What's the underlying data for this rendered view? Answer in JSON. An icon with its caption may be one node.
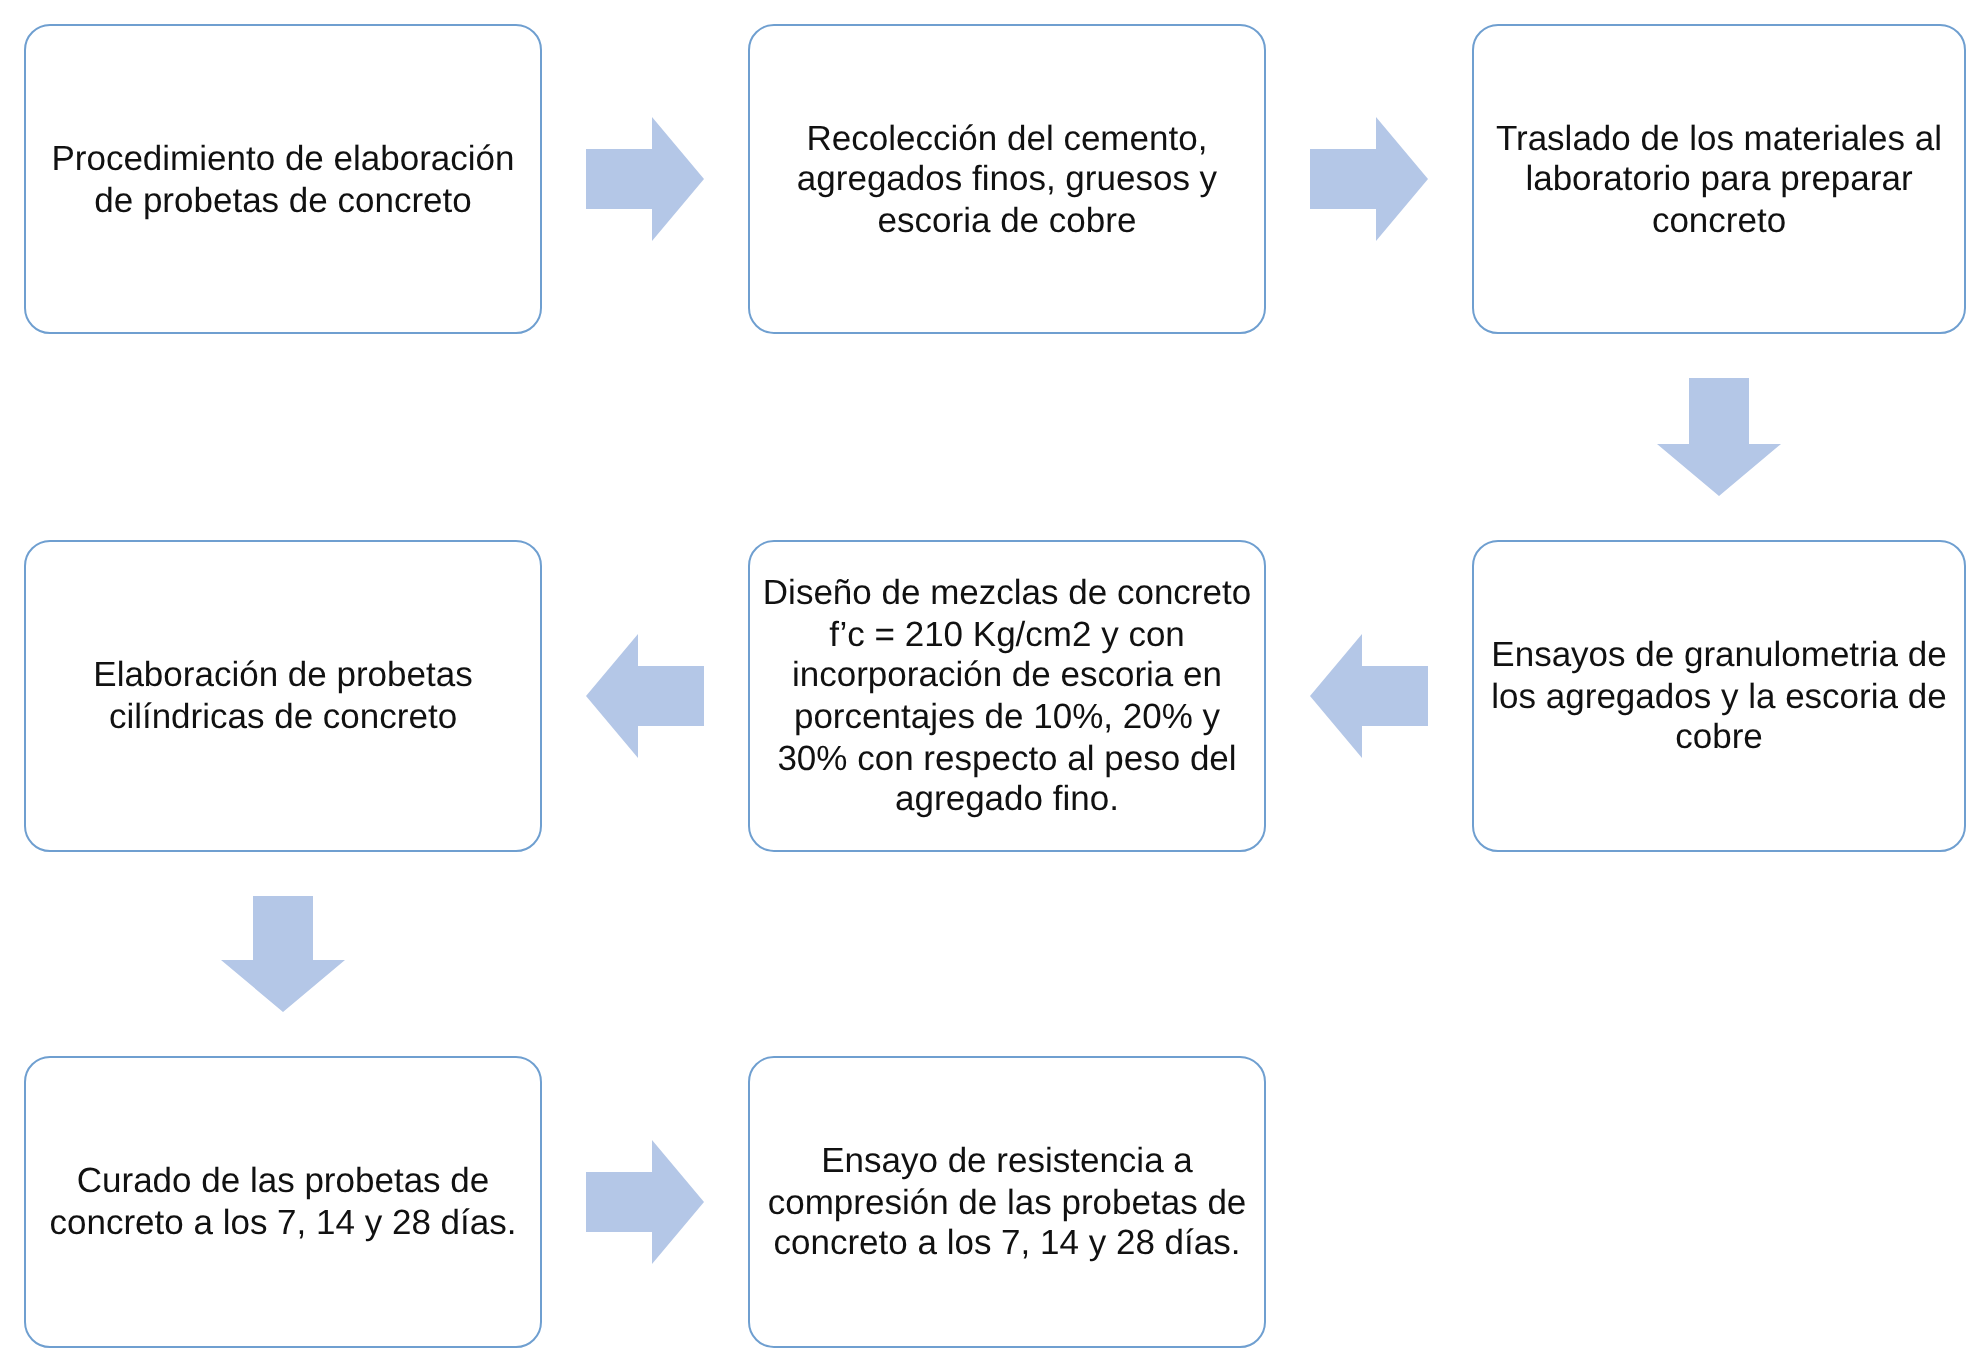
{
  "diagram": {
    "nodes": [
      {
        "text": [
          "Procedimiento de elaboración de probetas de concreto"
        ]
      },
      {
        "text": [
          "Recolección del cemento, agregados finos, gruesos y escoria de cobre"
        ]
      },
      {
        "text": [
          "Traslado de los materiales al laboratorio para preparar concreto"
        ]
      },
      {
        "text": [
          "Elaboración de probetas cilíndricas de concreto"
        ]
      },
      {
        "text": [
          "Diseño de mezclas de concreto f’c = 210 Kg/cm2 y con incorporación de escoria en porcentajes de 10%, 20% y 30% con respecto al peso del agregado fino."
        ]
      },
      {
        "text": [
          "Ensayos de granulometria de los agregados y la escoria de cobre"
        ]
      },
      {
        "text": [
          "Curado de las probetas de concreto a los 7, 14 y 28 días."
        ]
      },
      {
        "text": [
          "Ensayo de resistencia a compresión de las probetas de concreto a los 7, 14 y 28 días."
        ]
      }
    ],
    "edges": [
      {
        "from": 0,
        "to": 1,
        "arrow": "to"
      },
      {
        "from": 1,
        "to": 2,
        "arrow": "to"
      },
      {
        "from": 2,
        "to": 5,
        "arrow": "to"
      },
      {
        "from": 5,
        "to": 4,
        "arrow": "to"
      },
      {
        "from": 4,
        "to": 3,
        "arrow": "to"
      },
      {
        "from": 3,
        "to": 6,
        "arrow": "to"
      },
      {
        "from": 6,
        "to": 7,
        "arrow": "to"
      }
    ]
  }
}
